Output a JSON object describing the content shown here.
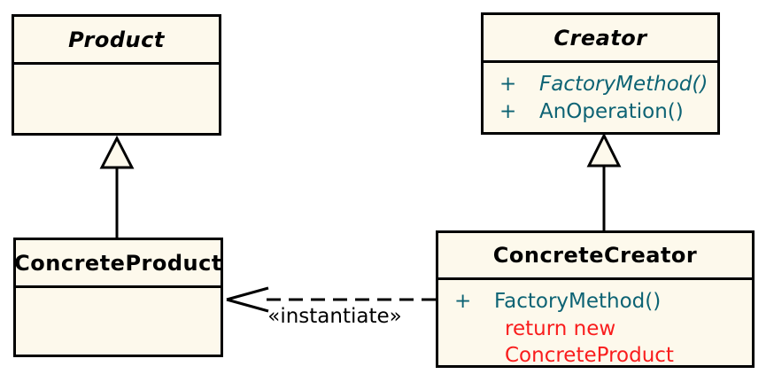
{
  "diagram": {
    "kind": "UML class diagram — Factory Method pattern",
    "colors": {
      "background": "#FFFFFF",
      "class_fill": "#FDF9EC",
      "class_border": "#000000",
      "title_text": "#000000",
      "operation_text": "#0D6374",
      "code_note_text": "#F91D1D",
      "edge": "#000000"
    },
    "classes": {
      "product": {
        "name": "Product",
        "abstract": true,
        "operations": []
      },
      "creator": {
        "name": "Creator",
        "abstract": true,
        "operations": [
          {
            "visibility": "+",
            "name": "FactoryMethod()",
            "abstract": true
          },
          {
            "visibility": "+",
            "name": "AnOperation()",
            "abstract": false
          }
        ]
      },
      "concrete_product": {
        "name": "ConcreteProduct",
        "abstract": false,
        "operations": []
      },
      "concrete_creator": {
        "name": "ConcreteCreator",
        "abstract": false,
        "operations": [
          {
            "visibility": "+",
            "name": "FactoryMethod()",
            "abstract": false
          }
        ],
        "code_note": {
          "line1": "return new",
          "line2": "ConcreteProduct"
        }
      }
    },
    "edges": {
      "product_generalization": {
        "type": "generalization",
        "from": "ConcreteProduct",
        "to": "Product"
      },
      "creator_generalization": {
        "type": "generalization",
        "from": "ConcreteCreator",
        "to": "Creator"
      },
      "instantiate_dependency": {
        "type": "dependency",
        "from": "ConcreteCreator",
        "to": "ConcreteProduct",
        "label": "«instantiate»"
      }
    }
  }
}
